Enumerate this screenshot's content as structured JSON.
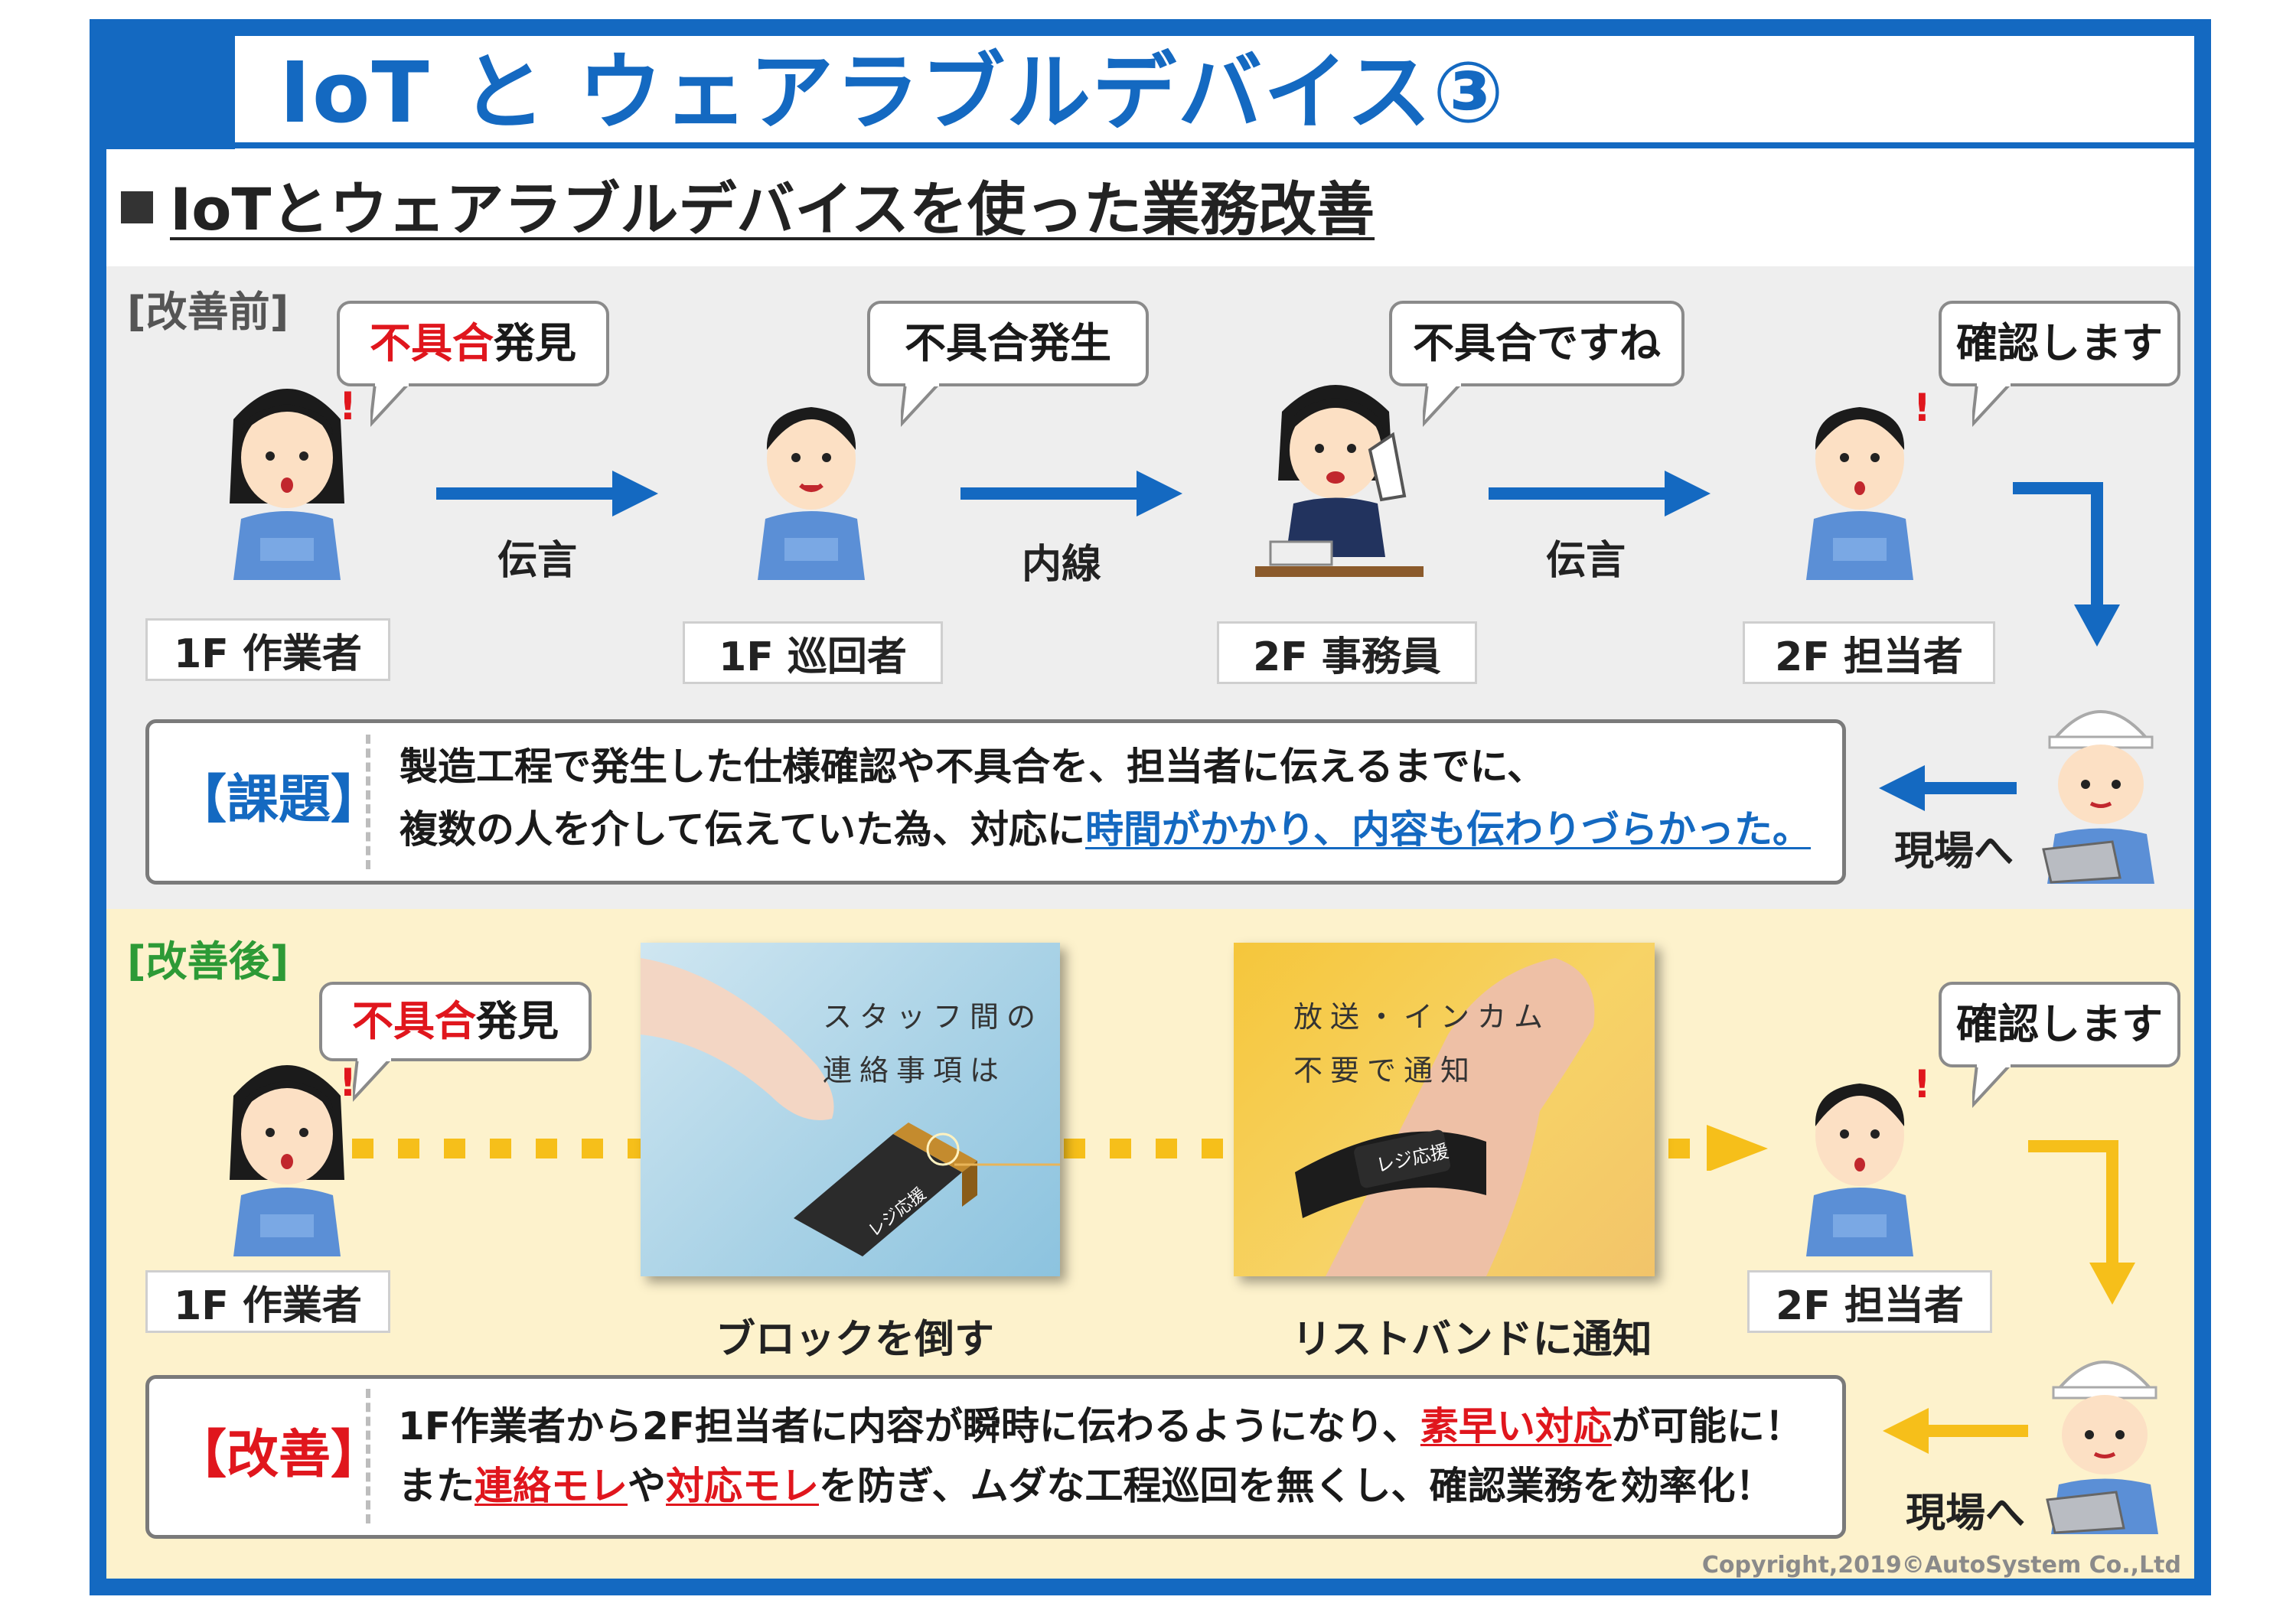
{
  "header": {
    "title": "IoT と ウェアラブルデバイス③"
  },
  "section": {
    "title": "IoTとウェアラブルデバイスを使った業務改善"
  },
  "before": {
    "label": "[改善前]",
    "bubbles": [
      {
        "red": "不具合",
        "rest": "発見"
      },
      {
        "red": "",
        "rest": "不具合発生"
      },
      {
        "red": "",
        "rest": "不具合ですね"
      },
      {
        "red": "",
        "rest": "確認します"
      }
    ],
    "people": [
      "1F 作業者",
      "1F 巡回者",
      "2F 事務員",
      "2F 担当者"
    ],
    "flows": [
      "伝言",
      "内線",
      "伝言"
    ],
    "to_site": "現場へ",
    "box": {
      "heading": "【課題】",
      "line1": "製造工程で発生した仕様確認や不具合を、担当者に伝えるまでに、",
      "line2_plain": "複数の人を介して伝えていた為、対応に",
      "line2_emph": "時間がかかり、内容も伝わりづらかった。"
    }
  },
  "after": {
    "label": "[改善後]",
    "bubble_first": {
      "red": "不具合",
      "rest": "発見"
    },
    "bubble_last": "確認します",
    "people": [
      "1F 作業者",
      "2F 担当者"
    ],
    "photo1": {
      "line1": "スタッフ間の",
      "line2": "連絡事項は",
      "caption": "ブロックを倒す",
      "device_text": "レジ応援"
    },
    "photo2": {
      "line1": "放送・インカム",
      "line2": "不要で通知",
      "caption": "リストバンドに通知",
      "device_text": "レジ応援"
    },
    "to_site": "現場へ",
    "box": {
      "heading": "【改善】",
      "l1_a": "1F作業者から2F担当者に内容が瞬時に伝わるようになり、",
      "l1_b": "素早い対応",
      "l1_c": "が可能に！",
      "l2_a": "また",
      "l2_b": "連絡モレ",
      "l2_c": "や",
      "l2_d": "対応モレ",
      "l2_e": "を防ぎ、ムダな工程巡回を無くし、確認業務を効率化！"
    }
  },
  "footer": {
    "copyright": "Copyright,2019©AutoSystem Co.,Ltd"
  },
  "colors": {
    "brand_blue": "#1469c1",
    "alert_red": "#e0161d",
    "after_green": "#2d9a36",
    "after_yellow": "#f6bf1a"
  }
}
